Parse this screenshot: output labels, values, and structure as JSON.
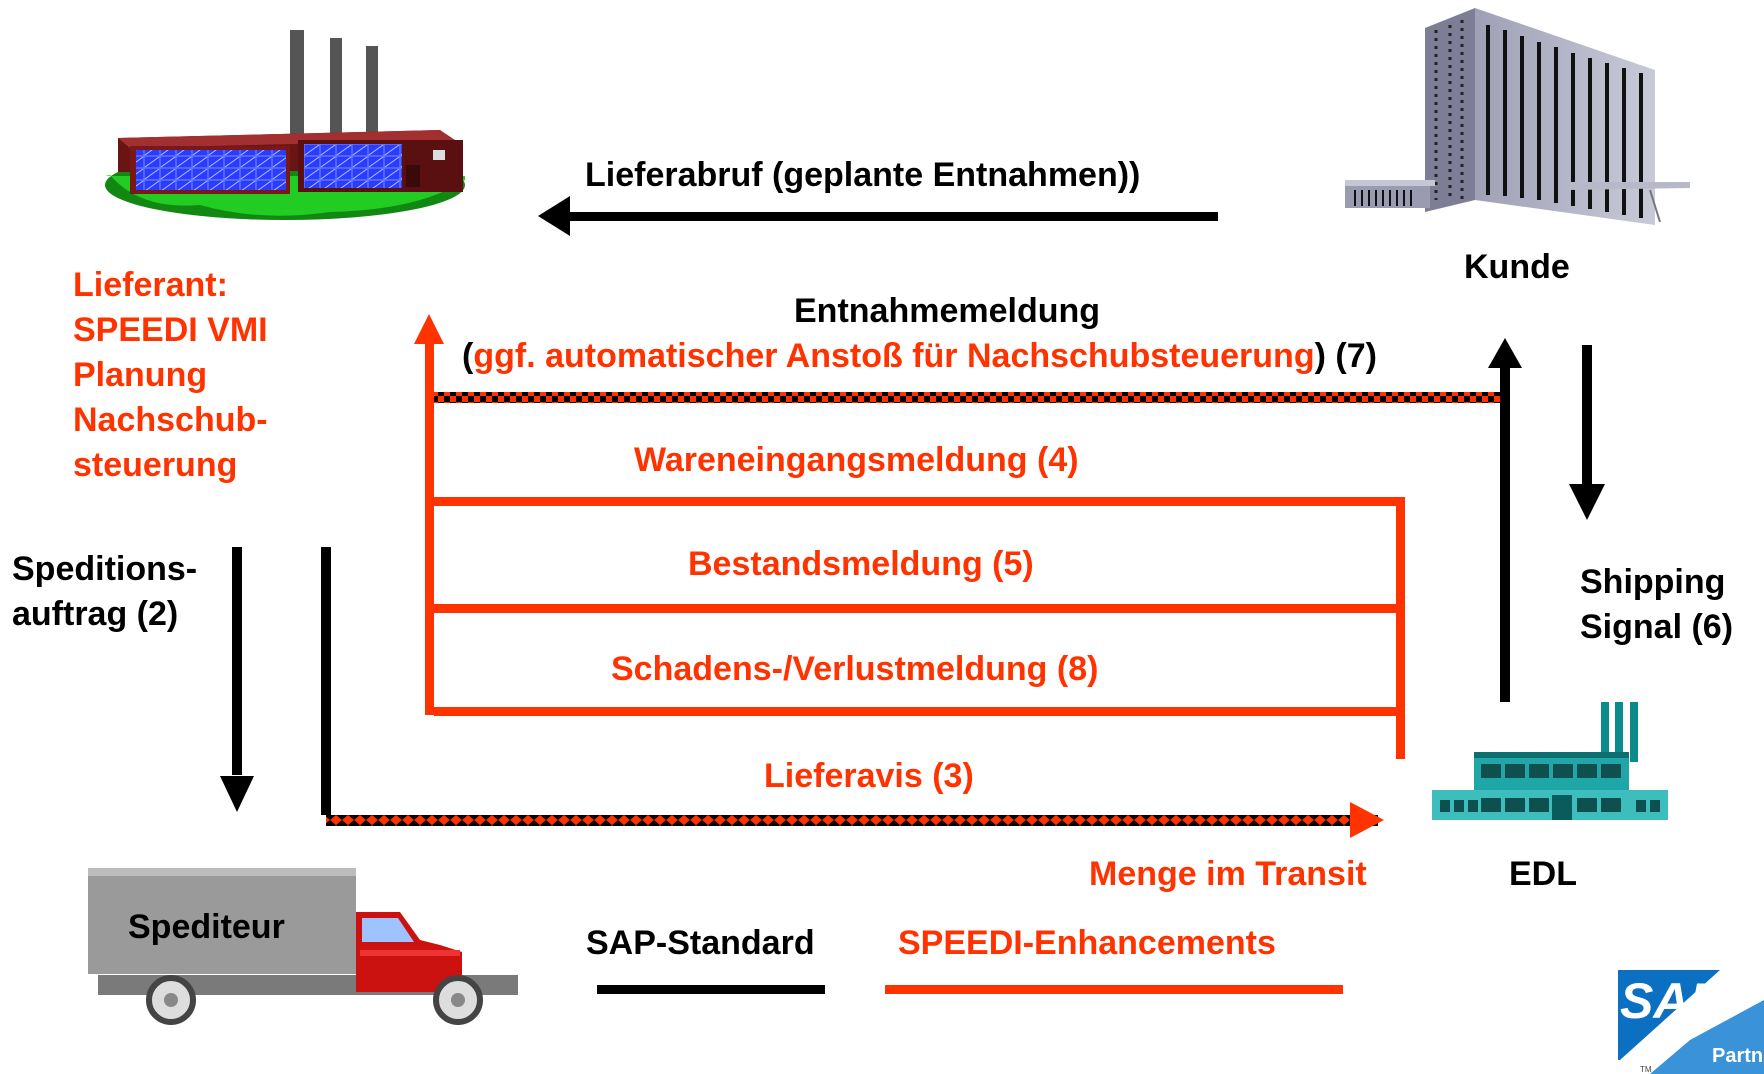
{
  "colors": {
    "black": "#000000",
    "red": "#ff3300"
  },
  "icons": [
    "factory-icon",
    "office-building-icon",
    "distribution-center-icon",
    "truck-icon",
    "sap-partner-logo"
  ],
  "lieferant": {
    "lines": [
      "Lieferant:",
      "SPEEDI VMI",
      "Planung",
      "Nachschub-",
      "steuerung"
    ]
  },
  "kunde": "Kunde",
  "edl": "EDL",
  "spediteur": "Spediteur",
  "flows": {
    "lieferabruf": "Lieferabruf (geplante Entnahmen))",
    "entnahme_title": "Entnahmemeldung",
    "entnahme_open": "(",
    "entnahme_red": "ggf. automatischer Anstoß für Nachschubsteuerung",
    "entnahme_close": ")",
    "entnahme_num": "(7)",
    "wareneingang": "Wareneingangsmeldung (4)",
    "bestand": "Bestandsmeldung (5)",
    "schaden": "Schadens-/Verlustmeldung (8)",
    "lieferavis": "Lieferavis (3)",
    "menge": "Menge im Transit",
    "speditionsauftrag": [
      "Speditions-",
      "auftrag (2)"
    ],
    "shipping": [
      "Shipping",
      "Signal (6)"
    ]
  },
  "legend": {
    "standard": "SAP-Standard",
    "enhancements": "SPEEDI-Enhancements"
  },
  "logo": {
    "brand": "SAP",
    "partner": "Partn",
    "tm": "TM"
  }
}
